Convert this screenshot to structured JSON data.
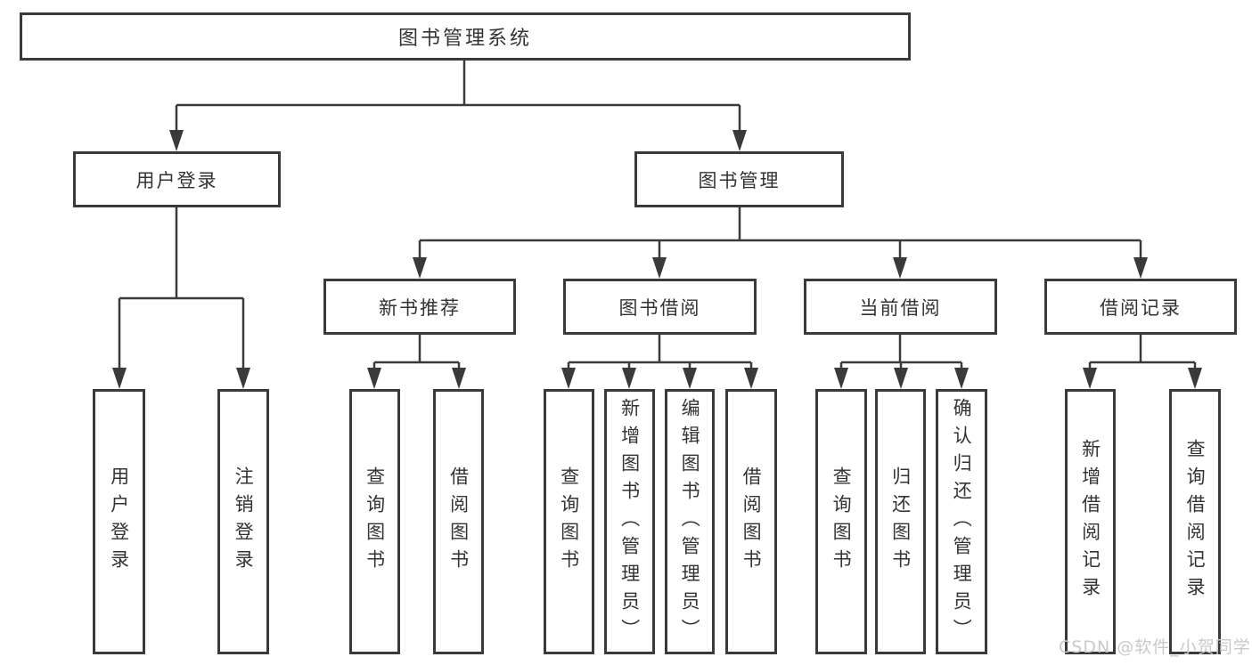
{
  "tree": {
    "label": "图书管理系统",
    "children": [
      {
        "label": "用户登录",
        "children": [
          {
            "label": "用户登录"
          },
          {
            "label": "注销登录"
          }
        ]
      },
      {
        "label": "图书管理",
        "children": [
          {
            "label": "新书推荐",
            "children": [
              {
                "label": "查询图书"
              },
              {
                "label": "借阅图书"
              }
            ]
          },
          {
            "label": "图书借阅",
            "children": [
              {
                "label": "查询图书"
              },
              {
                "label": "新增图书（管理员）"
              },
              {
                "label": "编辑图书（管理员）"
              },
              {
                "label": "借阅图书"
              }
            ]
          },
          {
            "label": "当前借阅",
            "children": [
              {
                "label": "查询图书"
              },
              {
                "label": "归还图书"
              },
              {
                "label": "确认归还（管理员）"
              }
            ]
          },
          {
            "label": "借阅记录",
            "children": [
              {
                "label": "新增借阅记录"
              },
              {
                "label": "查询借阅记录"
              }
            ]
          }
        ]
      }
    ]
  },
  "watermark": {
    "text": "CSDN @软件_小贺同学"
  },
  "colors": {
    "line": "#3a3a3a",
    "text": "#333333",
    "watermark": "#c9c9c9",
    "background": "#ffffff"
  }
}
